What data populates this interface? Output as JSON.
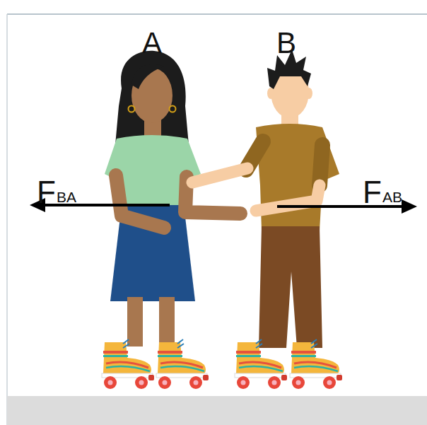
{
  "diagram": {
    "labels": [
      "A",
      "B",
      "F",
      "BA",
      "F",
      "AB"
    ]
  }
}
